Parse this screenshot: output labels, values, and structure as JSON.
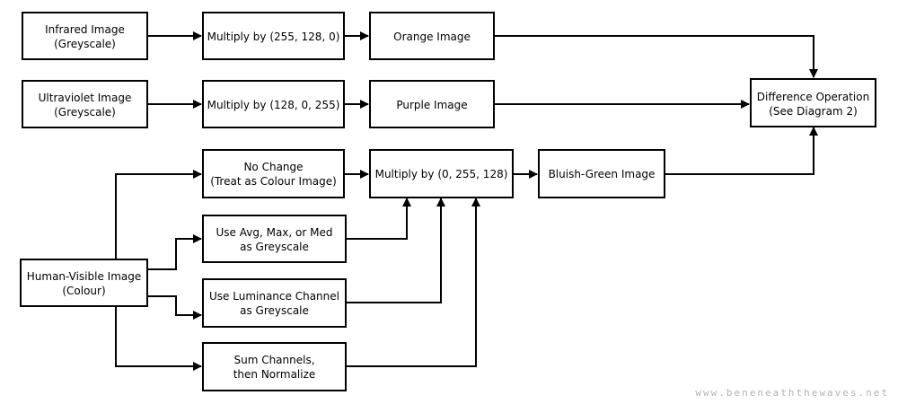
{
  "nodes": {
    "infrared": [
      "Infrared Image",
      "(Greyscale)"
    ],
    "mult_orange": [
      "Multiply by (255, 128, 0)"
    ],
    "orange": [
      "Orange Image"
    ],
    "ultraviolet": [
      "Ultraviolet Image",
      "(Greyscale)"
    ],
    "mult_purple": [
      "Multiply by (128, 0, 255)"
    ],
    "purple": [
      "Purple Image"
    ],
    "difference": [
      "Difference Operation",
      "(See Diagram 2)"
    ],
    "human_visible": [
      "Human-Visible Image",
      "(Colour)"
    ],
    "no_change": [
      "No Change",
      "(Treat as Colour Image)"
    ],
    "avg_max_med": [
      "Use Avg, Max, or Med",
      "as Greyscale"
    ],
    "luminance": [
      "Use Luminance Channel",
      "as Greyscale"
    ],
    "sum_channels": [
      "Sum Channels,",
      "then Normalize"
    ],
    "mult_green": [
      "Multiply by (0, 255, 128)"
    ],
    "bluish_green": [
      "Bluish-Green Image"
    ]
  },
  "watermark": "www.beneneaththewaves.net"
}
